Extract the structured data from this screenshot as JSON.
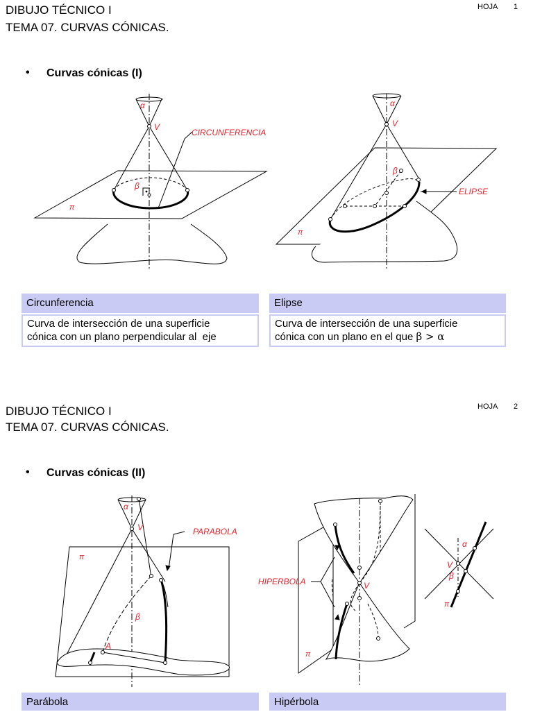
{
  "sheet1": {
    "title_line1": "DIBUJO TÉCNICO I",
    "title_line2": "TEMA 07. CURVAS CÓNICAS.",
    "hoja_label": "HOJA",
    "hoja_number": "1",
    "bullet": "•",
    "heading": "Curvas cónicas (I)",
    "figure_left": {
      "label_curve": "CIRCUNFERENCIA",
      "alpha": "α",
      "vertex": "V",
      "beta": "β",
      "plane": "π"
    },
    "figure_right": {
      "label_curve": "ELIPSE",
      "alpha": "α",
      "vertex": "V",
      "beta": "β",
      "plane": "π"
    },
    "box_left": {
      "label": "Circunferencia",
      "desc_line1": "Curva de intersección de una superficie",
      "desc_line2": "cónica con un plano perpendicular al  eje"
    },
    "box_right": {
      "label": "Elipse",
      "desc_line1": "Curva de intersección de una superficie",
      "desc_line2_prefix": "cónica con un plano en el que ",
      "desc_line2_expr": "β > α"
    }
  },
  "sheet2": {
    "title_line1": "DIBUJO TÉCNICO I",
    "title_line2": "TEMA 07. CURVAS CÓNICAS.",
    "hoja_label": "HOJA",
    "hoja_number": "2",
    "bullet": "•",
    "heading": "Curvas cónicas (II)",
    "figure_left": {
      "label_curve": "PARABOLA",
      "alpha": "α",
      "vertex": "V",
      "beta": "β",
      "plane": "π",
      "point": "A"
    },
    "figure_right": {
      "label_curve": "HIPERBOLA",
      "vertex": "V",
      "plane": "π",
      "detail_alpha": "α",
      "detail_vertex": "V",
      "detail_beta": "β",
      "detail_plane": "π"
    },
    "box_left": {
      "label": "Parábola"
    },
    "box_right": {
      "label": "Hipérbola"
    }
  },
  "colors": {
    "label_box": "#c9cbf4",
    "annotation_red": "#e8202a",
    "ink": "#000000"
  }
}
